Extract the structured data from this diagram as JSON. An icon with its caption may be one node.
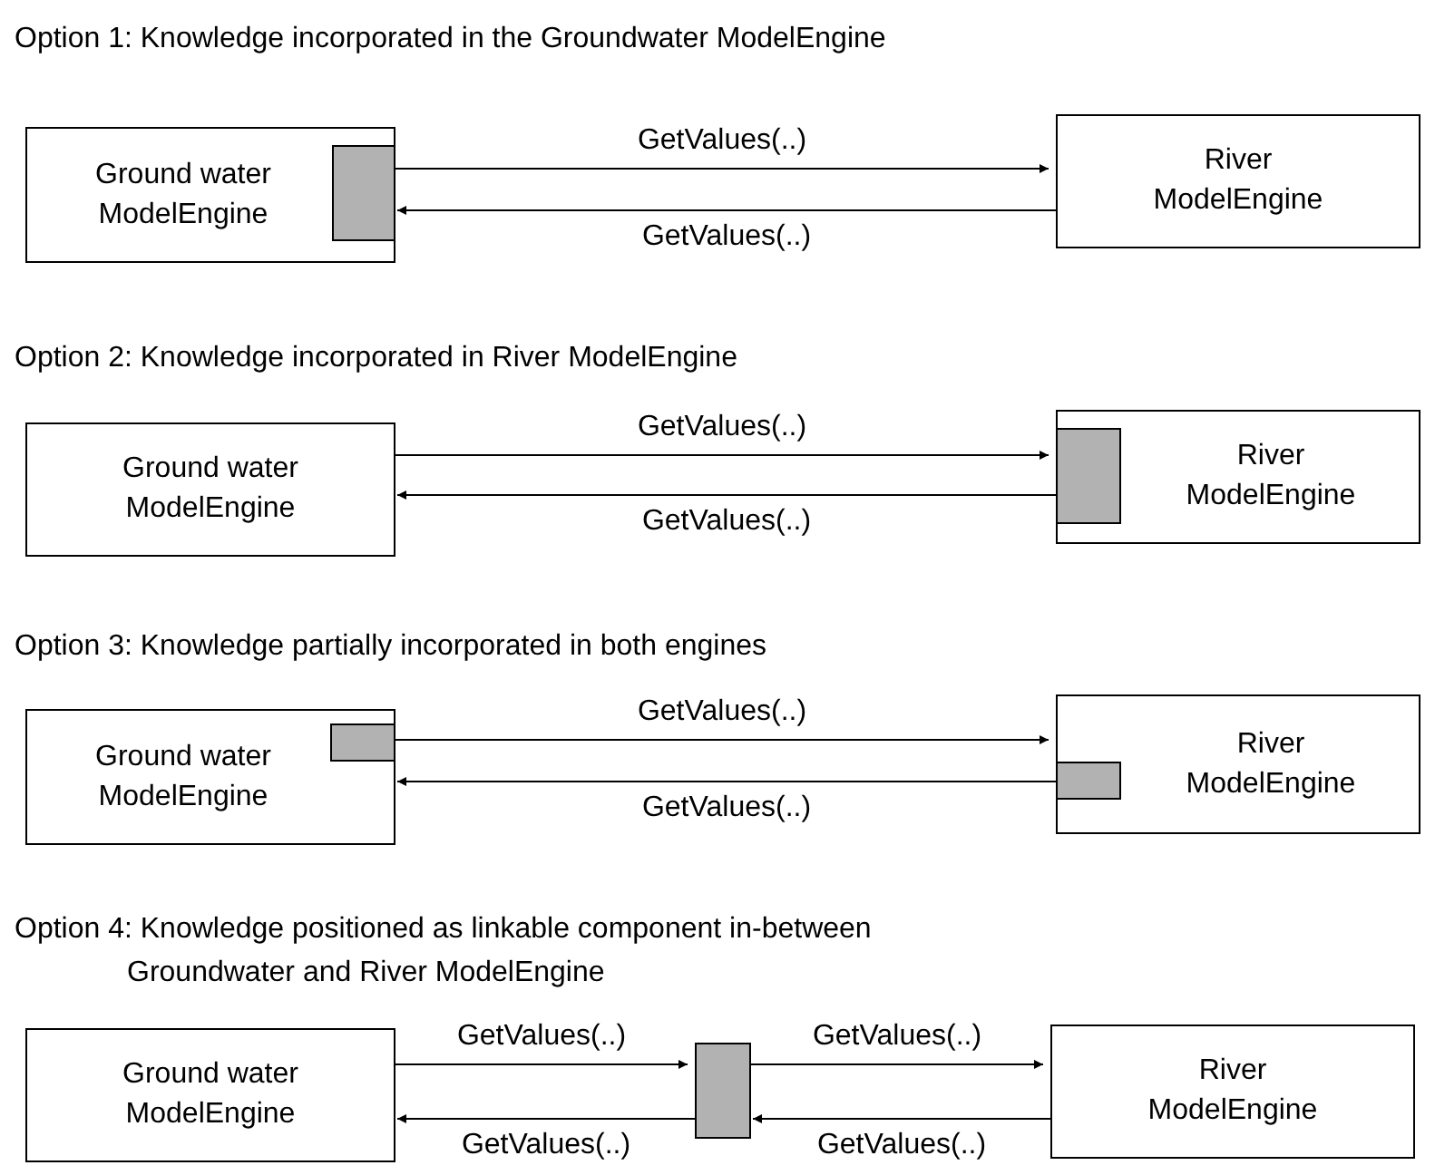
{
  "diagram": {
    "nodes": [
      {
        "text": [
          "Ground water ModelEngine"
        ]
      },
      {
        "text": [],
        "shape": "box",
        "in": 0
      },
      {
        "text": [
          "River ModelEngine"
        ]
      },
      {
        "text": [
          "Ground water ModelEngine"
        ]
      },
      {
        "text": [
          "River ModelEngine"
        ]
      },
      {
        "text": [],
        "shape": "box",
        "in": 4
      },
      {
        "text": [
          "Ground water ModelEngine"
        ]
      },
      {
        "text": [],
        "shape": "box",
        "in": 6
      },
      {
        "text": [
          "River ModelEngine"
        ]
      },
      {
        "text": [],
        "shape": "box",
        "in": 8
      },
      {
        "text": [
          "Ground water ModelEngine"
        ]
      },
      {
        "text": [],
        "shape": "box"
      },
      {
        "text": [
          "River ModelEngine"
        ]
      }
    ],
    "edges": [
      {
        "from": 1,
        "to": 2,
        "arrow": "to",
        "label": "GetValues(..)"
      },
      {
        "from": 2,
        "to": 1,
        "arrow": "to",
        "label": "GetValues(..)"
      },
      {
        "from": 3,
        "to": 5,
        "arrow": "to",
        "label": "GetValues(..)"
      },
      {
        "from": 5,
        "to": 3,
        "arrow": "to",
        "label": "GetValues(..)"
      },
      {
        "from": 7,
        "to": 8,
        "arrow": "to",
        "label": "GetValues(..)"
      },
      {
        "from": 9,
        "to": 6,
        "arrow": "to",
        "label": "GetValues(..)"
      },
      {
        "from": 10,
        "to": 11,
        "arrow": "to",
        "label": "GetValues(..)"
      },
      {
        "from": 11,
        "to": 12,
        "arrow": "to",
        "label": "GetValues(..)"
      },
      {
        "from": 12,
        "to": 11,
        "arrow": "to",
        "label": "GetValues(..)"
      },
      {
        "from": 11,
        "to": 10,
        "arrow": "to",
        "label": "GetValues(..)"
      }
    ],
    "labels": [
      "Option 1: Knowledge incorporated in the Groundwater ModelEngine",
      "Option 2: Knowledge incorporated in River ModelEngine",
      "Option 3: Knowledge partially incorporated in both engines",
      "Option 4: Knowledge positioned as linkable component in-between Groundwater and River ModelEngine"
    ]
  }
}
